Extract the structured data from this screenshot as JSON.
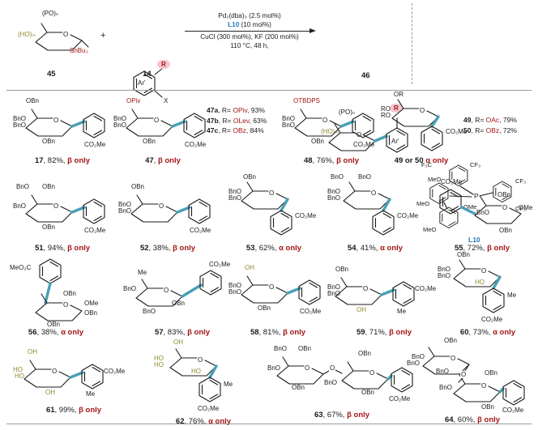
{
  "colors": {
    "accent_red": "#a31515",
    "bond_teal": "#49a0b5",
    "hydroxyl_olive": "#8f8a2e",
    "ligand_blue": "#2277bb",
    "highlight_pink": "#f6c6cd"
  },
  "ring_o": "O",
  "scheme": {
    "s45": {
      "po": "(PO)ₙ",
      "ho": "(HO)ₘ",
      "sn": "SnBu₃",
      "num": "45"
    },
    "plus": "+",
    "s14": {
      "ar": "Ar'",
      "r": "R",
      "x": "X",
      "num": "14"
    },
    "arrow": {
      "l1": "Pd₂(dba)₃ (2.5 mol%)",
      "l2a": "L10",
      "l2b": " (10 mol%)",
      "l3": "CuCl (300 mol%), KF (200 mol%)",
      "l4": "110 °C, 48 h,"
    },
    "s46": {
      "po": "(PO)ₙ",
      "ho": "(HO)ₘ",
      "r": "R",
      "ar": "Ar'",
      "num": "46"
    },
    "ligand": {
      "f3c": "F₃C",
      "cf3_1": "CF₃",
      "cf3_2": "CF₃",
      "cf3_3": "CF₃",
      "meo1": "MeO",
      "meo2": "MeO",
      "meo3": "MeO",
      "ome": "OMe",
      "p": "P",
      "name": "L10"
    }
  },
  "products": {
    "p17": {
      "id": "17",
      "mid": ", 82%, ",
      "stereo": "β only",
      "top": "OBn",
      "l1": "BnO",
      "l2": "BnO",
      "bot": "OBn",
      "co2": "CO₂Me"
    },
    "p47": {
      "id": "47",
      "mid": ", ",
      "stereo": "β only",
      "top": "OPiv",
      "l1": "BnO",
      "l2": "BnO",
      "bot": "OBn",
      "co2": "CO₂Me"
    },
    "p48": {
      "id": "48",
      "mid": ", 76%, ",
      "stereo": "β only",
      "top": "OTBDPS",
      "l1": "BnO",
      "l2": "BnO",
      "bot": "OBn",
      "co2": "CO₂Me"
    },
    "p4950": {
      "id": "49 or 50",
      "mid": " ",
      "stereo": "α only",
      "top": "OR",
      "l1": "RO",
      "l2": "RO",
      "co2": "CO₂Me"
    },
    "p51": {
      "id": "51",
      "mid": ", 94%, ",
      "stereo": "β only",
      "tl": "BnO",
      "top": "OBn",
      "l1": "BnO",
      "bot": "OBn",
      "co2": "CO₂Me"
    },
    "p52": {
      "id": "52",
      "mid": ", 38%, ",
      "stereo": "β only",
      "top": "OBn",
      "l1": "BnO",
      "l2": "BnO",
      "co2": "CO₂Me"
    },
    "p53": {
      "id": "53",
      "mid": ", 62%, ",
      "stereo": "α only",
      "top": "OBn",
      "l1": "BnO",
      "l2": "BnO",
      "co2": "CO₂Me"
    },
    "p54": {
      "id": "54",
      "mid": ", 41%, ",
      "stereo": "α only",
      "tl": "BnO",
      "top": "BnO",
      "l1": "BnO",
      "l2": "BnO",
      "co2": "CO₂Me"
    },
    "p55": {
      "id": "55",
      "mid": ", 72%, ",
      "stereo": "β only",
      "co2": "CO₂Me",
      "top": "OBn",
      "ome": "OMe",
      "inn": "BnO",
      "bot": "OBn"
    },
    "p56": {
      "id": "56",
      "mid": ", 38%, ",
      "stereo": "α only",
      "co2": "MeO₂C",
      "top": "OBn",
      "ome": "OMe",
      "r2": "OBn",
      "bot": "OBn"
    },
    "p57": {
      "id": "57",
      "mid": ", 83%, ",
      "stereo": "β only",
      "me": "Me",
      "l1": "BnO",
      "bot": "BnO",
      "obn": "OBn",
      "co2": "CO₂Me"
    },
    "p58": {
      "id": "58",
      "mid": ", 81%, ",
      "stereo": "β only",
      "top": "OH",
      "l1": "BnO",
      "l2": "BnO",
      "bot": "OBn",
      "co2": "CO₂Me"
    },
    "p59": {
      "id": "59",
      "mid": ", 71%, ",
      "stereo": "β only",
      "top": "OBn",
      "l1": "BnO",
      "l2": "BnO",
      "bot": "OH",
      "me": "Me",
      "co2": "CO₂Me"
    },
    "p60": {
      "id": "60",
      "mid": ", 73%, ",
      "stereo": "α only",
      "top": "OBn",
      "l1": "BnO",
      "l2": "BnO",
      "ho": "HO",
      "me": "Me",
      "co2": "CO₂Me"
    },
    "p61": {
      "id": "61",
      "mid": ", 99%, ",
      "stereo": "β only",
      "top": "OH",
      "l1": "HO",
      "l2": "HO",
      "bot": "OH",
      "me": "Me",
      "co2": "CO₂Me"
    },
    "p62": {
      "id": "62",
      "mid": ", 76%, ",
      "stereo": "α only",
      "top": "OH",
      "l1": "HO",
      "l2": "HO",
      "ho": "HO",
      "me": "Me",
      "co2": "CO₂Me"
    },
    "p63": {
      "id": "63",
      "mid": ", 67%, ",
      "stereo": "β only",
      "t1": "BnO",
      "t2": "OBn",
      "l1": "BnO",
      "b1": "OBn",
      "m1": "BnO",
      "t3": "OBn",
      "b2": "OBn",
      "co2": "CO₂Me"
    },
    "p64": {
      "id": "64",
      "mid": ", 60%, ",
      "stereo": "β only",
      "top": "OBn",
      "l1": "BnO",
      "l2": "BnO",
      "m1": "BnO",
      "m2": "BnO",
      "t3": "OBn",
      "b2": "OBn",
      "co2": "CO₂Me"
    }
  },
  "sides": {
    "s47": [
      {
        "id": "47a",
        "pre": ", R= ",
        "r": "OPiv",
        "post": ", 93%"
      },
      {
        "id": "47b",
        "pre": ", R= ",
        "r": "OLev",
        "post": ", 63%"
      },
      {
        "id": "47c",
        "pre": ", R= ",
        "r": "OBz",
        "post": ", 84%"
      }
    ],
    "s4950": [
      {
        "id": "49",
        "pre": ", R= ",
        "r": "OAc",
        "post": ", 79%"
      },
      {
        "id": "50",
        "pre": ", R= ",
        "r": "OBz",
        "post": ", 72%"
      }
    ]
  }
}
